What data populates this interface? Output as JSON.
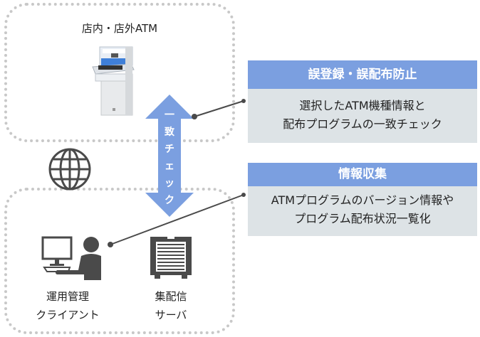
{
  "atm_zone": {
    "title": "店内・店外ATM"
  },
  "check_arrow": {
    "label_chars": [
      "一",
      "致",
      "チ",
      "ェ",
      "ッ",
      "ク"
    ]
  },
  "cards": [
    {
      "title": "誤登録・誤配布防止",
      "lines": [
        "選択したATM機種情報と",
        "配布プログラムの一致チェック"
      ]
    },
    {
      "title": "情報収集",
      "lines": [
        "ATMプログラムのバージョン情報や",
        "プログラム配布状況一覧化"
      ]
    }
  ],
  "client": {
    "lines": [
      "運用管理",
      "クライアント"
    ]
  },
  "server": {
    "lines": [
      "集配信",
      "サーバ"
    ]
  },
  "colors": {
    "accent_blue": "#7b9fe0",
    "card_body": "#dde3e6",
    "icon_gray": "#4a4a4a",
    "dotted_border": "#c8c8c8"
  }
}
